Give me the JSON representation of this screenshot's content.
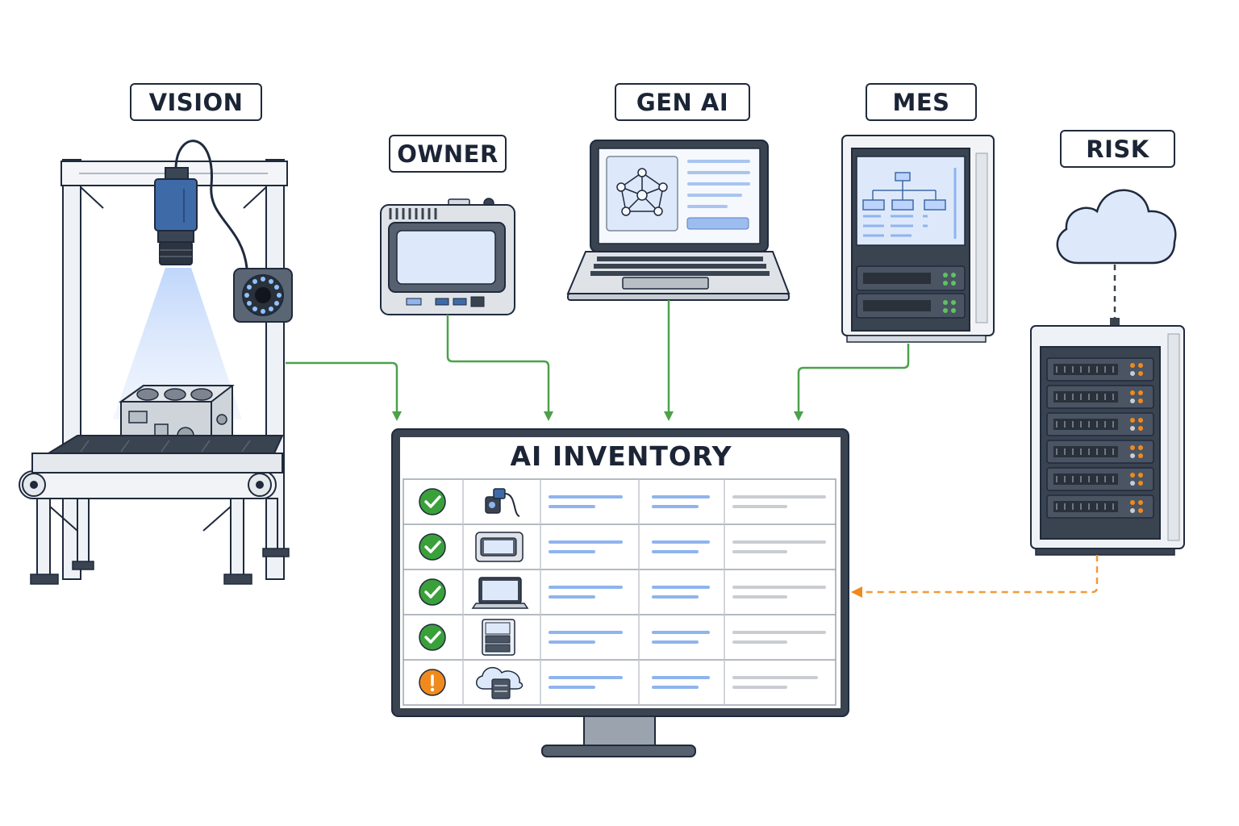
{
  "labels": {
    "vision": "VISION",
    "owner": "OWNER",
    "gen_ai": "GEN AI",
    "mes": "MES",
    "risk": "RISK"
  },
  "inventory": {
    "title": "AI INVENTORY",
    "rows": [
      {
        "status": "ok",
        "device_icon": "camera-icon"
      },
      {
        "status": "ok",
        "device_icon": "edge-device-icon"
      },
      {
        "status": "ok",
        "device_icon": "laptop-icon"
      },
      {
        "status": "ok",
        "device_icon": "server-cabinet-icon"
      },
      {
        "status": "warning",
        "device_icon": "cloud-server-icon"
      }
    ]
  },
  "colors": {
    "ok": "#3aa03a",
    "warning": "#f08a1c",
    "connector_green": "#4ca14a",
    "connector_orange": "#f29a3b",
    "outline": "#1f2a3c",
    "screen_blue": "#dde9fb",
    "line_blue": "#8fb4ee",
    "line_gray": "#c9ccd1"
  }
}
